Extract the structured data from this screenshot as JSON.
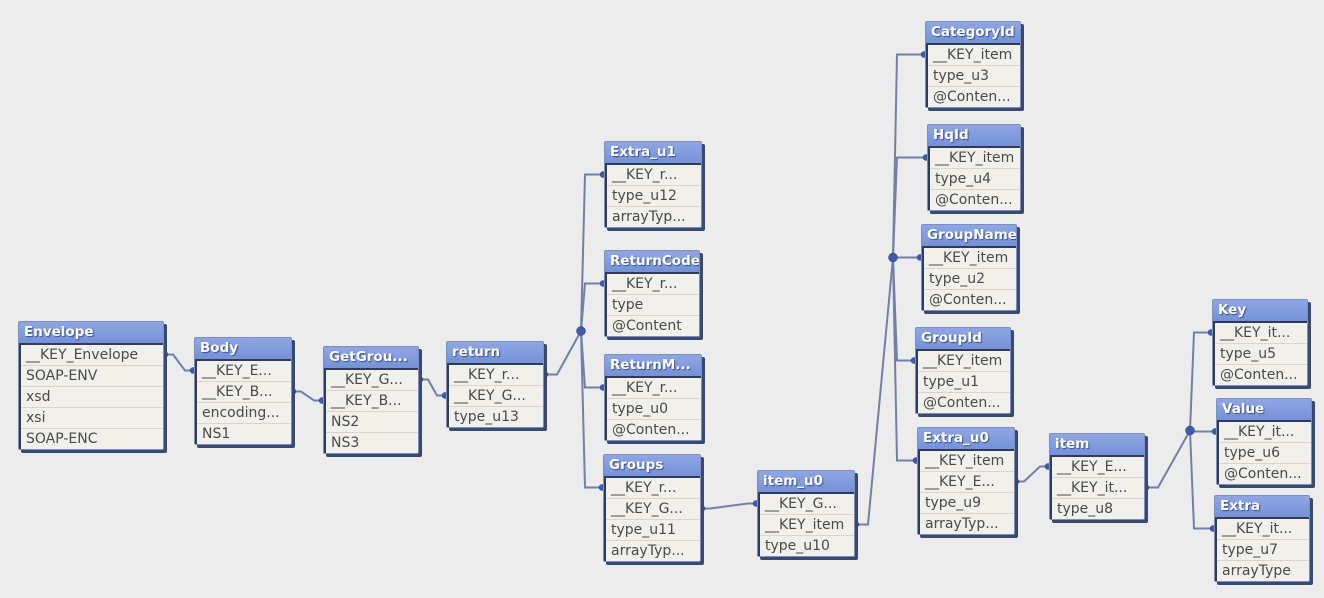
{
  "diagram": {
    "type": "data-model-table-viewer",
    "colors": {
      "background": "#ececec",
      "header": "#7f9adb",
      "row_bg": "#f1f0ea",
      "link": "#7080a8"
    },
    "tables": [
      {
        "id": "envelope",
        "name": "Envelope",
        "fields": [
          "__KEY_Envelope",
          "SOAP-ENV",
          "xsd",
          "xsi",
          "SOAP-ENC"
        ]
      },
      {
        "id": "body",
        "name": "Body",
        "fields": [
          "__KEY_E...",
          "__KEY_B...",
          "encoding...",
          "NS1"
        ]
      },
      {
        "id": "getgroups",
        "name": "GetGrou...",
        "fields": [
          "__KEY_G...",
          "__KEY_B...",
          "NS2",
          "NS3"
        ]
      },
      {
        "id": "return",
        "name": "return",
        "fields": [
          "__KEY_r...",
          "__KEY_G...",
          "type_u13"
        ]
      },
      {
        "id": "extra_u1",
        "name": "Extra_u1",
        "fields": [
          "__KEY_r...",
          "type_u12",
          "arrayTyp..."
        ]
      },
      {
        "id": "returncode",
        "name": "ReturnCode",
        "fields": [
          "__KEY_r...",
          "type",
          "@Content"
        ]
      },
      {
        "id": "returnm",
        "name": "ReturnM...",
        "fields": [
          "__KEY_r...",
          "type_u0",
          "@Conten..."
        ]
      },
      {
        "id": "groups",
        "name": "Groups",
        "fields": [
          "__KEY_r...",
          "__KEY_G...",
          "type_u11",
          "arrayTyp..."
        ]
      },
      {
        "id": "item_u0",
        "name": "item_u0",
        "fields": [
          "__KEY_G...",
          "__KEY_item",
          "type_u10"
        ]
      },
      {
        "id": "categoryid",
        "name": "CategoryId",
        "fields": [
          "__KEY_item",
          "type_u3",
          "@Conten..."
        ]
      },
      {
        "id": "hqid",
        "name": "HqId",
        "fields": [
          "__KEY_item",
          "type_u4",
          "@Conten..."
        ]
      },
      {
        "id": "groupname",
        "name": "GroupName",
        "fields": [
          "__KEY_item",
          "type_u2",
          "@Conten..."
        ]
      },
      {
        "id": "groupid",
        "name": "GroupId",
        "fields": [
          "__KEY_item",
          "type_u1",
          "@Conten..."
        ]
      },
      {
        "id": "extra_u0",
        "name": "Extra_u0",
        "fields": [
          "__KEY_item",
          "__KEY_E...",
          "type_u9",
          "arrayTyp..."
        ]
      },
      {
        "id": "item",
        "name": "item",
        "fields": [
          "__KEY_E...",
          "__KEY_it...",
          "type_u8"
        ]
      },
      {
        "id": "key",
        "name": "Key",
        "fields": [
          "__KEY_it...",
          "type_u5",
          "@Conten..."
        ]
      },
      {
        "id": "value",
        "name": "Value",
        "fields": [
          "__KEY_it...",
          "type_u6",
          "@Conten..."
        ]
      },
      {
        "id": "extra",
        "name": "Extra",
        "fields": [
          "__KEY_it...",
          "type_u7",
          "arrayType"
        ]
      }
    ],
    "links": [
      {
        "from": "envelope",
        "from_field": 0,
        "to": "body",
        "to_field": 0
      },
      {
        "from": "body",
        "from_field": 1,
        "to": "getgroups",
        "to_field": 1
      },
      {
        "from": "getgroups",
        "from_field": 0,
        "to": "return",
        "to_field": 1
      },
      {
        "from": "return",
        "from_field": 0,
        "to": [
          "extra_u1",
          "returncode",
          "returnm",
          "groups"
        ],
        "to_field": 0
      },
      {
        "from": "groups",
        "from_field": 1,
        "to": "item_u0",
        "to_field": 0
      },
      {
        "from": "item_u0",
        "from_field": 1,
        "to": [
          "categoryid",
          "hqid",
          "groupname",
          "groupid",
          "extra_u0"
        ],
        "to_field": 0
      },
      {
        "from": "extra_u0",
        "from_field": 1,
        "to": "item",
        "to_field": 0
      },
      {
        "from": "item",
        "from_field": 1,
        "to": [
          "key",
          "value",
          "extra"
        ],
        "to_field": 0
      }
    ]
  }
}
